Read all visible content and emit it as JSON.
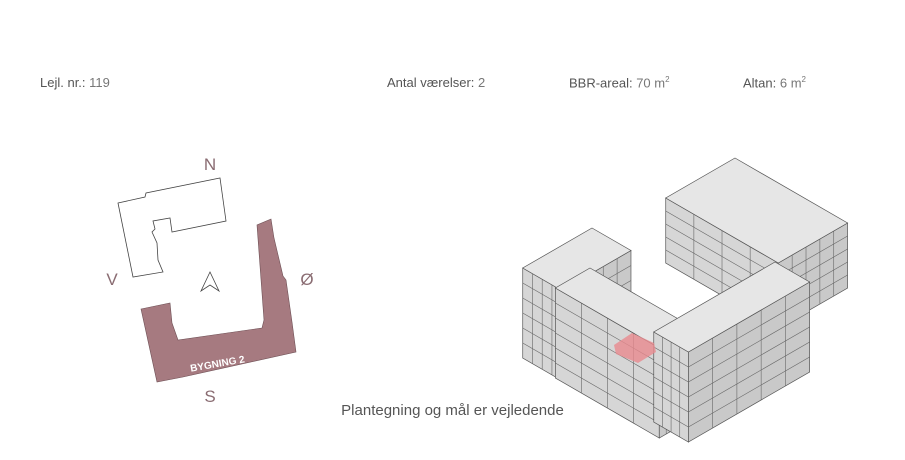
{
  "info": {
    "apartment_label": "Lejl. nr.:",
    "apartment_value": "119",
    "rooms_label": "Antal værelser:",
    "rooms_value": "2",
    "bbr_label": "BBR-areal:",
    "bbr_value": "70 m",
    "bbr_unit_sup": "2",
    "balcony_label": "Altan:",
    "balcony_value": "6 m",
    "balcony_unit_sup": "2"
  },
  "site_plan": {
    "north": "N",
    "south": "S",
    "west": "V",
    "east": "Ø",
    "building_label": "BYGNING 2",
    "highlight_color": "#a67a80"
  },
  "iso_view": {
    "highlight_color": "#e88a8f"
  },
  "caption": "Plantegning og mål er vejledende"
}
